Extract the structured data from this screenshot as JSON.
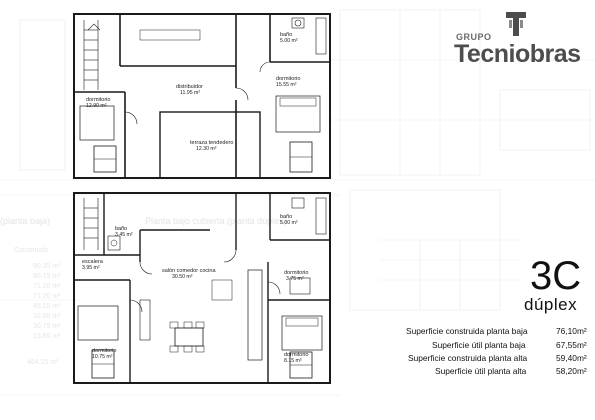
{
  "brand": {
    "group": "GRUPO",
    "name": "Tecniobras"
  },
  "unit": {
    "code": "3C",
    "type": "dúplex"
  },
  "surfaces": [
    {
      "label": "Superficie construida planta baja",
      "value": "76,10m²"
    },
    {
      "label": "Superficie útil planta baja",
      "value": "67,55m²"
    },
    {
      "label": "Superficie construida planta alta",
      "value": "59,40m²"
    },
    {
      "label": "Superficie útil planta alta",
      "value": "58,20m²"
    }
  ],
  "upper_floor": {
    "rooms": [
      {
        "name": "baño",
        "area": "5.00 m²"
      },
      {
        "name": "distribuidor",
        "area": "11.95 m²"
      },
      {
        "name": "dormitorio",
        "area": "15.55 m²"
      },
      {
        "name": "dormitorio",
        "area": "12.90 m²"
      },
      {
        "name": "terraza tendedero",
        "area": "12.30 m²"
      }
    ]
  },
  "lower_floor": {
    "rooms": [
      {
        "name": "baño",
        "area": "3.45 m²"
      },
      {
        "name": "baño",
        "area": "5.00 m²"
      },
      {
        "name": "escalera",
        "area": "3.95 m²"
      },
      {
        "name": "salón comedor cocina",
        "area": "30.50 m²"
      },
      {
        "name": "dormitorio",
        "area": "3.75 m²"
      },
      {
        "name": "dormitorio",
        "area": "10.75 m²"
      },
      {
        "name": "dormitorio",
        "area": "8.15 m²"
      }
    ]
  },
  "background_text": {
    "line1": "(planta baja)",
    "line2": "Planta bajo cubierta (planta dúplex)",
    "label": "Construida",
    "values": [
      "90.35 m²",
      "90.15 m²",
      "71.20 m²",
      "71.20 m²",
      "45.15 m²",
      "32.60 m²",
      "30.75 m²",
      "13.65 m²",
      "464.25 m²"
    ]
  }
}
